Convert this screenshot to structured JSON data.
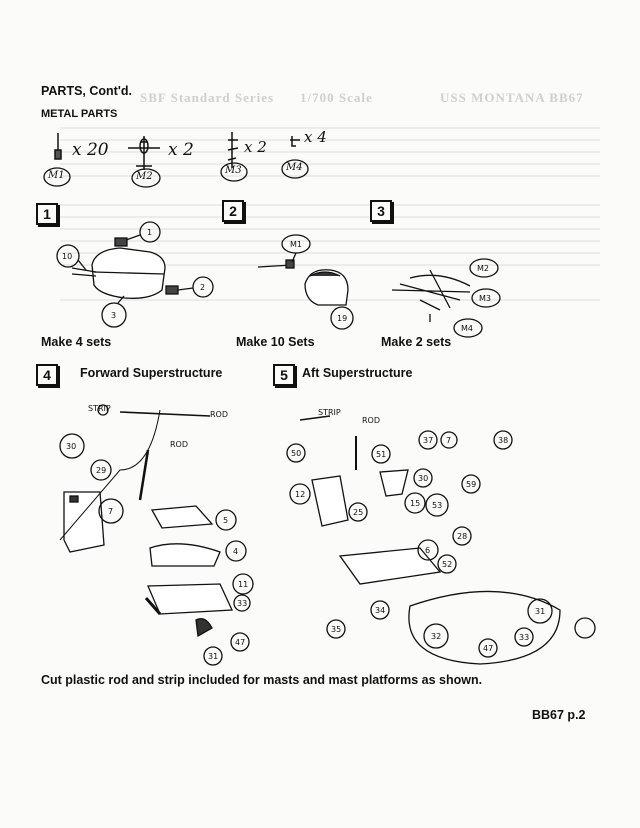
{
  "header": {
    "parts_contd": "PARTS, Cont'd.",
    "metal_parts": "METAL PARTS"
  },
  "bleed_through": {
    "title": "USS MONTANA BB67",
    "scale": "1/700 Scale",
    "series": "SBF Standard Series"
  },
  "metal_parts": [
    {
      "id": "M1",
      "qty": "x 20"
    },
    {
      "id": "M2",
      "qty": "x 2"
    },
    {
      "id": "M3",
      "qty": "x 2"
    },
    {
      "id": "M4",
      "qty": "x 4"
    }
  ],
  "steps": [
    {
      "num": "1",
      "caption": "Make 4 sets",
      "callouts": [
        "1",
        "10",
        "2",
        "3"
      ]
    },
    {
      "num": "2",
      "caption": "Make 10 Sets",
      "callouts": [
        "M1",
        "19"
      ]
    },
    {
      "num": "3",
      "caption": "Make 2 sets",
      "callouts": [
        "M2",
        "M3",
        "M4"
      ]
    },
    {
      "num": "4",
      "title": "Forward Superstructure",
      "callouts": [
        "30",
        "29",
        "7",
        "5",
        "4",
        "11",
        "33",
        "47",
        "31"
      ],
      "labels": {
        "strip": "STRIP",
        "rod_top": "ROD",
        "rod": "ROD"
      }
    },
    {
      "num": "5",
      "title": "Aft Superstructure",
      "callouts": [
        "50",
        "51",
        "37",
        "7",
        "38",
        "12",
        "30",
        "59",
        "15",
        "25",
        "53",
        "28",
        "6",
        "52",
        "31",
        "32",
        "33",
        "47",
        "34",
        "35"
      ],
      "labels": {
        "strip": "STRIP",
        "rod": "ROD"
      }
    }
  ],
  "footer": {
    "note": "Cut plastic rod and strip included for masts and mast platforms as shown.",
    "page_ref": "BB67 p.2"
  }
}
